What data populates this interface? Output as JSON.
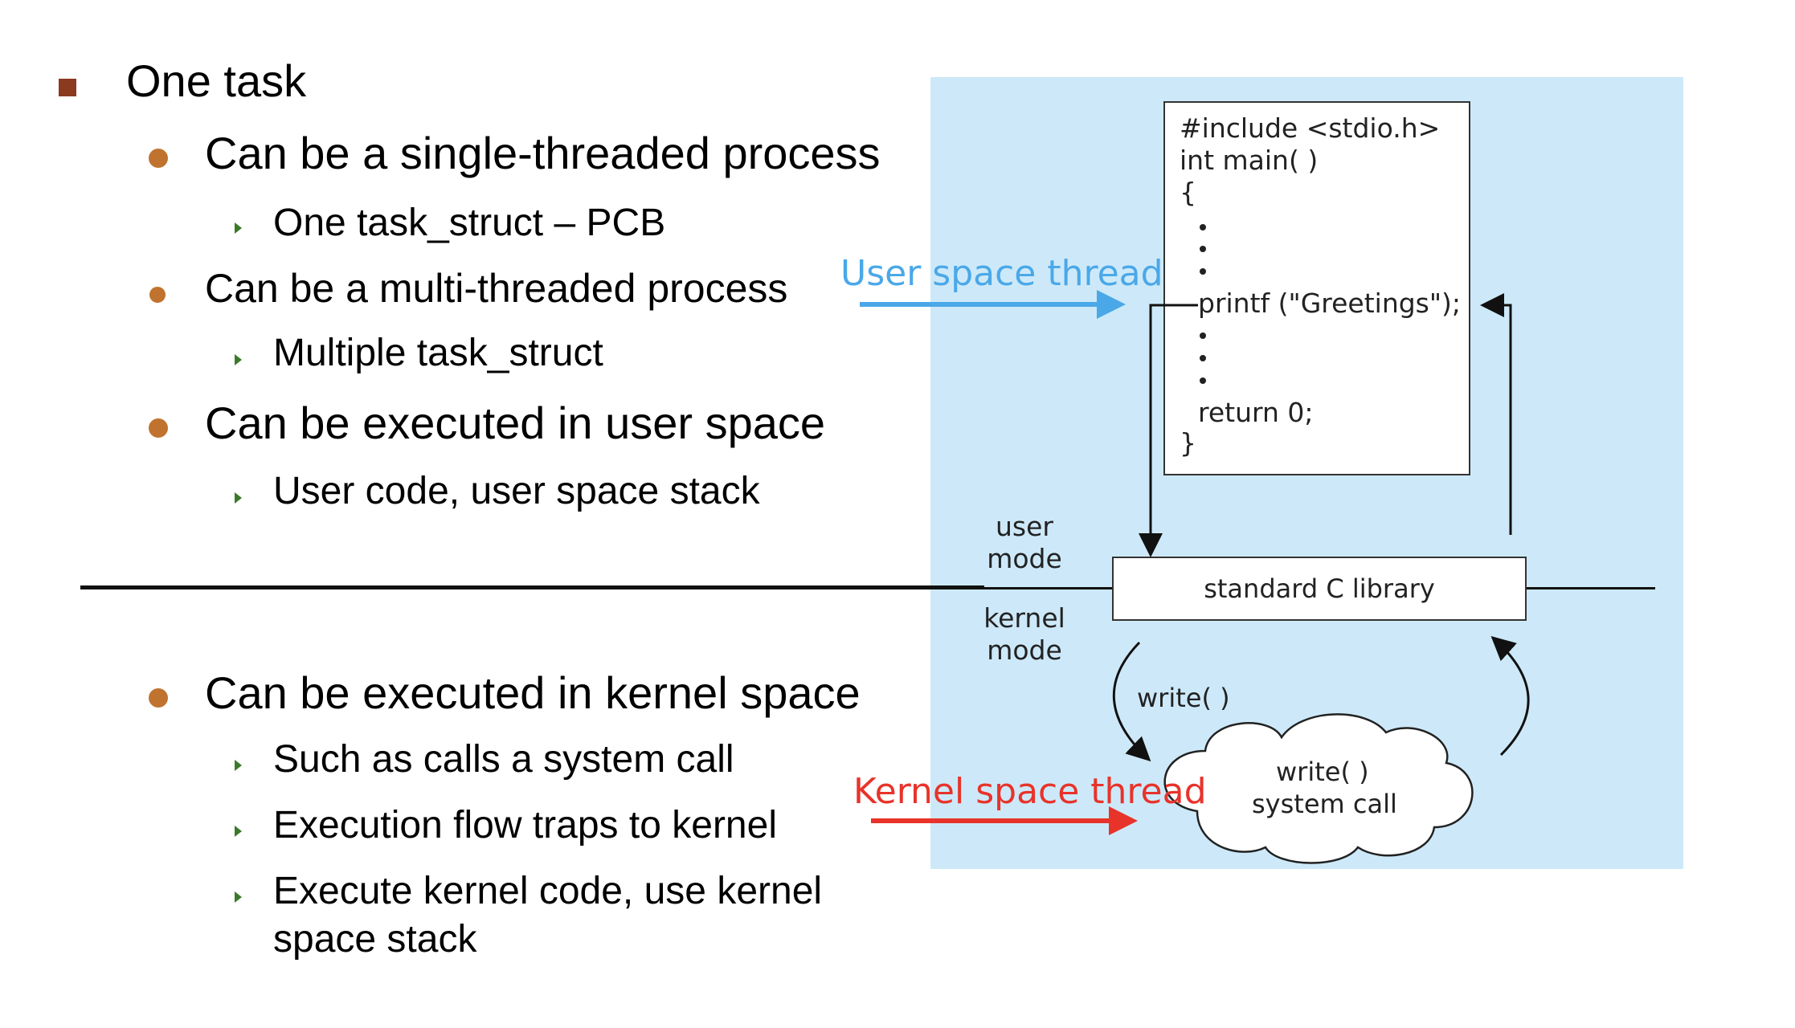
{
  "bullets": {
    "l1": "One task",
    "single": "Can be a single-threaded process",
    "single_sub": "One task_struct – PCB",
    "multi": "Can be a multi-threaded process",
    "multi_sub": "Multiple task_struct",
    "user": "Can be executed in user space",
    "user_sub": "User code, user space stack",
    "kernel": "Can be executed in kernel space",
    "kernel_sub1": "Such as calls a system call",
    "kernel_sub2": "Execution flow traps to kernel",
    "kernel_sub3_line1": "Execute kernel code, use kernel",
    "kernel_sub3_line2": "space stack"
  },
  "diagram": {
    "code": {
      "line1": "#include <stdio.h>",
      "line2": "int main( )",
      "line3": "{",
      "printf": "printf (\"Greetings\");",
      "return": "return 0;",
      "close": "}"
    },
    "library": "standard C library",
    "user_mode": "user mode",
    "user_mode_l1": "user",
    "user_mode_l2": "mode",
    "kernel_mode_l1": "kernel",
    "kernel_mode_l2": "mode",
    "write_call": "write( )",
    "syscall_l1": "write( )",
    "syscall_l2": "system call",
    "user_thread": "User space thread",
    "kernel_thread": "Kernel space thread"
  },
  "colors": {
    "panel": "#cde9f9",
    "user_thread": "#4aa8e8",
    "kernel_thread": "#e8332a"
  }
}
